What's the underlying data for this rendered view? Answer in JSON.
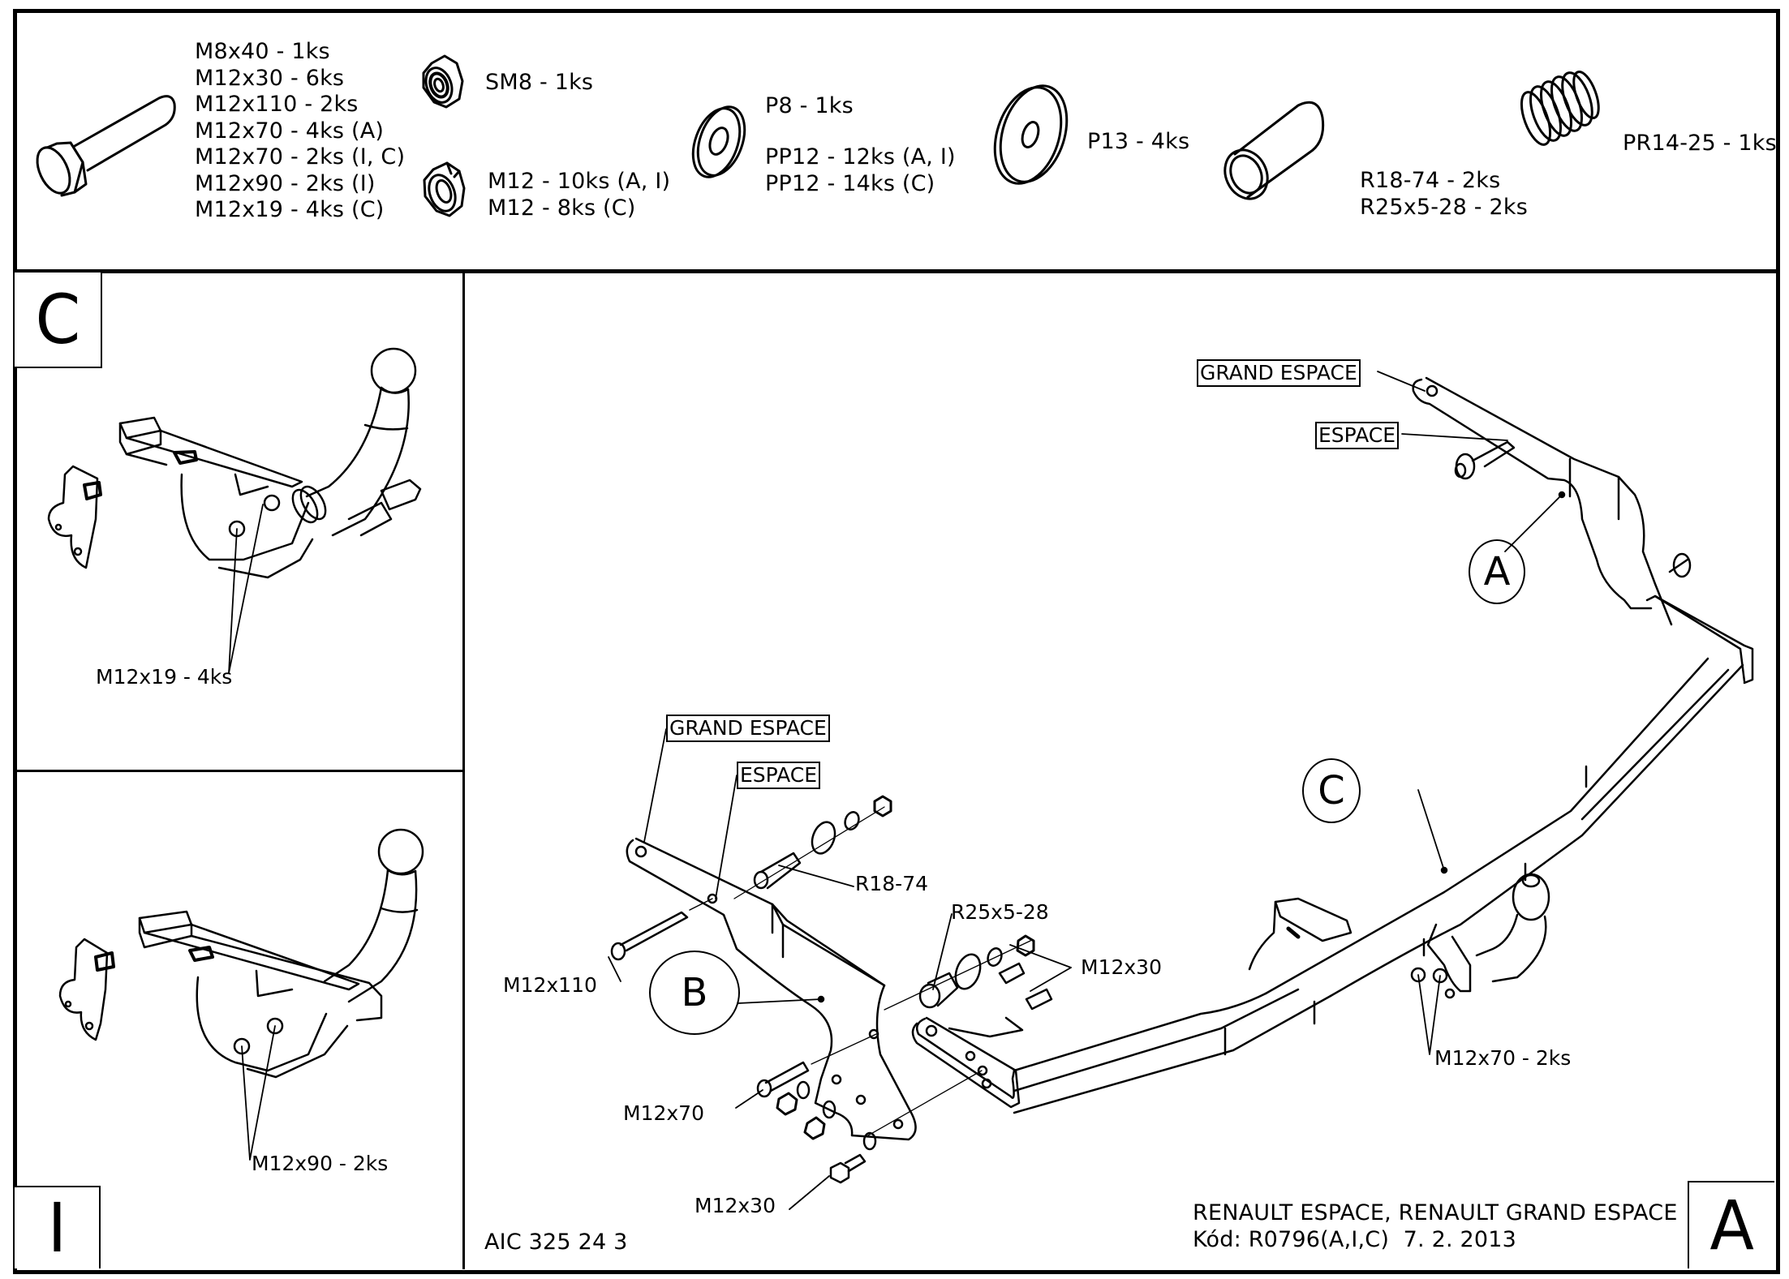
{
  "parts_list": {
    "bolts": {
      "icon": "hex-bolt-icon",
      "items": [
        "M8x40 - 1ks",
        "M12x30 - 6ks",
        "M12x110 - 2ks",
        "M12x70 - 4ks (A)",
        "M12x70 - 2ks (I, C)",
        "M12x90 - 2ks (I)",
        "M12x19 - 4ks (C)"
      ]
    },
    "self_locking_nut": {
      "icon": "lock-nut-icon",
      "label": "SM8 - 1ks"
    },
    "nuts": {
      "icon": "hex-nut-icon",
      "items": [
        "M12 - 10ks (A, I)",
        "M12 - 8ks (C)"
      ]
    },
    "washer_small": {
      "icon": "washer-icon",
      "label": "P8 - 1ks"
    },
    "washers_pp": {
      "items": [
        "PP12 - 12ks (A, I)",
        "PP12 - 14ks (C)"
      ]
    },
    "washer_large": {
      "icon": "large-washer-icon",
      "label": "P13 - 4ks"
    },
    "spacers": {
      "icon": "spacer-tube-icon",
      "items": [
        "R18-74 - 2ks",
        "R25x5-28 - 2ks"
      ]
    },
    "spring": {
      "icon": "spring-icon",
      "label": "PR14-25 - 1ks"
    }
  },
  "views": {
    "c": {
      "letter": "C",
      "callout": "M12x19 - 4ks"
    },
    "i": {
      "letter": "I",
      "callout": "M12x90 - 2ks"
    },
    "a": {
      "letter": "A"
    }
  },
  "main_assembly": {
    "balloons": {
      "a": "A",
      "b": "B",
      "c": "C"
    },
    "tags": {
      "grand_espace_right": "GRAND ESPACE",
      "espace_right": "ESPACE",
      "grand_espace_left": "GRAND ESPACE",
      "espace_left": "ESPACE"
    },
    "callouts": {
      "r18_74": "R18-74",
      "r25x5_28": "R25x5-28",
      "m12x30_right": "M12x30",
      "m12x110": "M12x110",
      "m12x70": "M12x70",
      "m12x30_left": "M12x30",
      "m12x70_ball": "M12x70 - 2ks"
    }
  },
  "title_block": {
    "drawing_number": "AIC 325 24 3",
    "vehicle": "RENAULT ESPACE, RENAULT GRAND ESPACE",
    "code_line": "Kód: R0796(A,I,C)  7. 2. 2013"
  }
}
